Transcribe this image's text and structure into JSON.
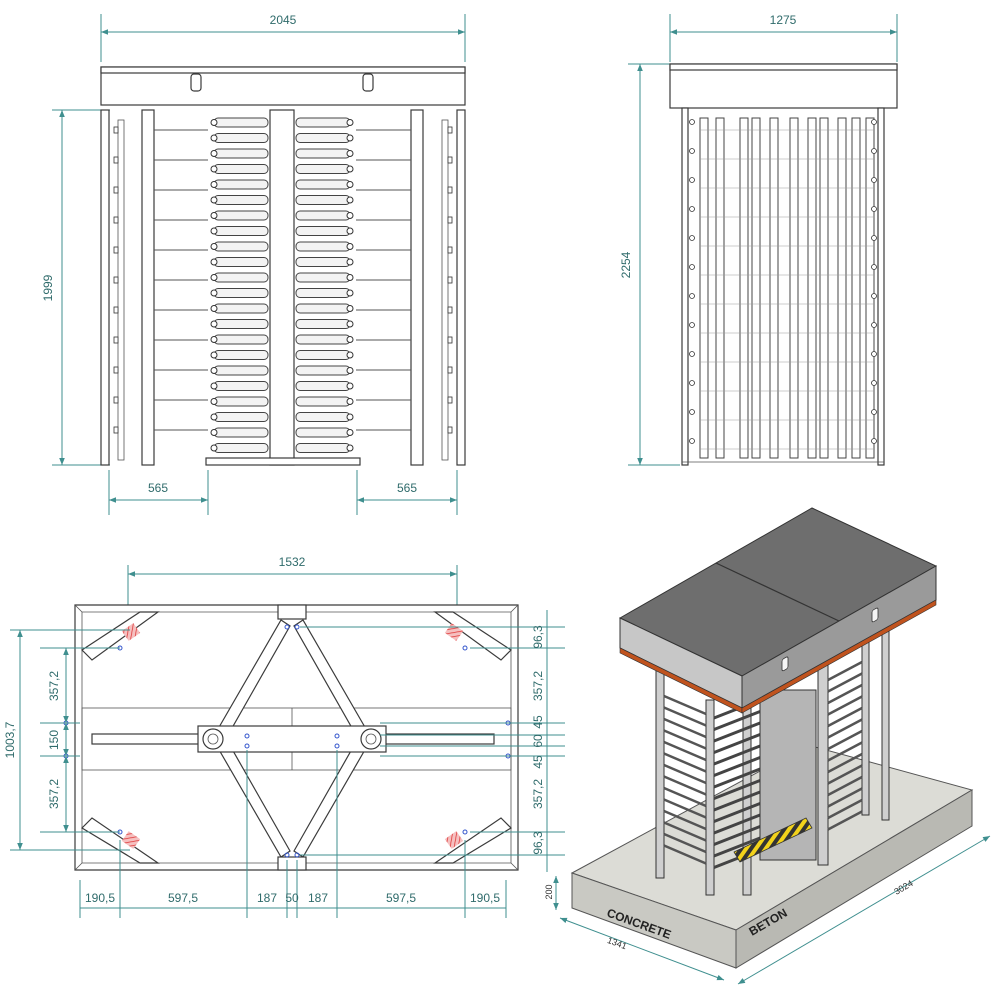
{
  "front_view": {
    "width_label": "2045",
    "height_label": "1999",
    "left_offset_label": "565",
    "right_offset_label": "565"
  },
  "side_view": {
    "width_label": "1275",
    "height_label": "2254"
  },
  "plan_view": {
    "top_label": "1532",
    "left_total_label": "1003,7",
    "left_a_label": "357,2",
    "left_b_label": "150",
    "left_c_label": "357,2",
    "right_labels": [
      "96,3",
      "357,2",
      "45",
      "60",
      "45",
      "357,2",
      "96,3"
    ],
    "bottom_labels": [
      "190,5",
      "597,5",
      "187",
      "50",
      "187",
      "597,5",
      "190,5"
    ]
  },
  "iso_view": {
    "slab_height_label": "200",
    "slab_length_label": "3024",
    "slab_width_label": "1341",
    "concrete_label": "CONCRETE",
    "beton_label": "BETON"
  }
}
